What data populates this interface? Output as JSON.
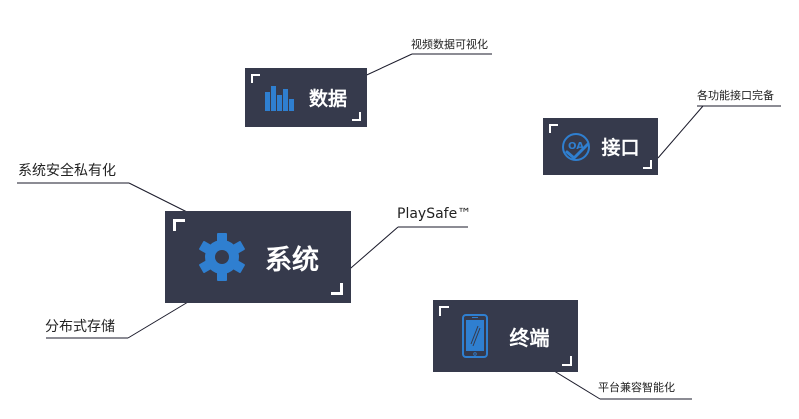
{
  "colors": {
    "card_background": "#363a4c",
    "icon_blue": "#2f7fd0",
    "corner_white": "#ffffff",
    "leader_line": "#1a1a2a",
    "text_dark": "#222222"
  },
  "cards": {
    "data": {
      "label": "数据",
      "icon": "bar-chart-icon"
    },
    "api": {
      "label": "接口",
      "icon": "oa-check-icon",
      "icon_text": "OA"
    },
    "system": {
      "label": "系统",
      "icon": "gear-icon"
    },
    "terminal": {
      "label": "终端",
      "icon": "mobile-phone-icon"
    }
  },
  "callouts": {
    "data_visualization": "视频数据可视化",
    "api_complete": "各功能接口完备",
    "system_security": "系统安全私有化",
    "playsafe": "PlaySafe™",
    "distributed_storage": "分布式存储",
    "platform_compat": "平台兼容智能化"
  }
}
